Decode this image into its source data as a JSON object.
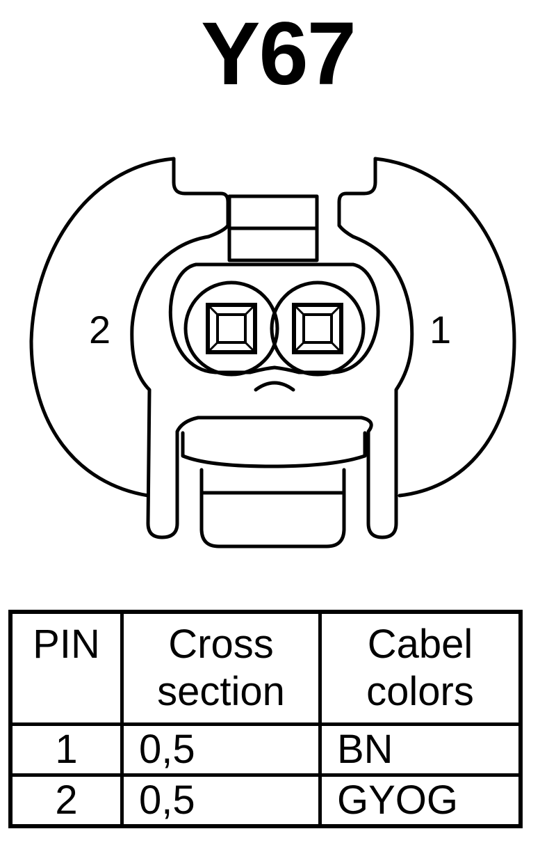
{
  "title": "Y67",
  "connector": {
    "pin_labels": {
      "left": "2",
      "right": "1"
    }
  },
  "table": {
    "headers": {
      "pin": "PIN",
      "cross_line1": "Cross",
      "cross_line2": "section",
      "color_line1": "Cabel",
      "color_line2": "colors"
    },
    "rows": [
      {
        "pin": "1",
        "cross_section": "0,5",
        "color": "BN"
      },
      {
        "pin": "2",
        "cross_section": "0,5",
        "color": "GYOG"
      }
    ]
  }
}
